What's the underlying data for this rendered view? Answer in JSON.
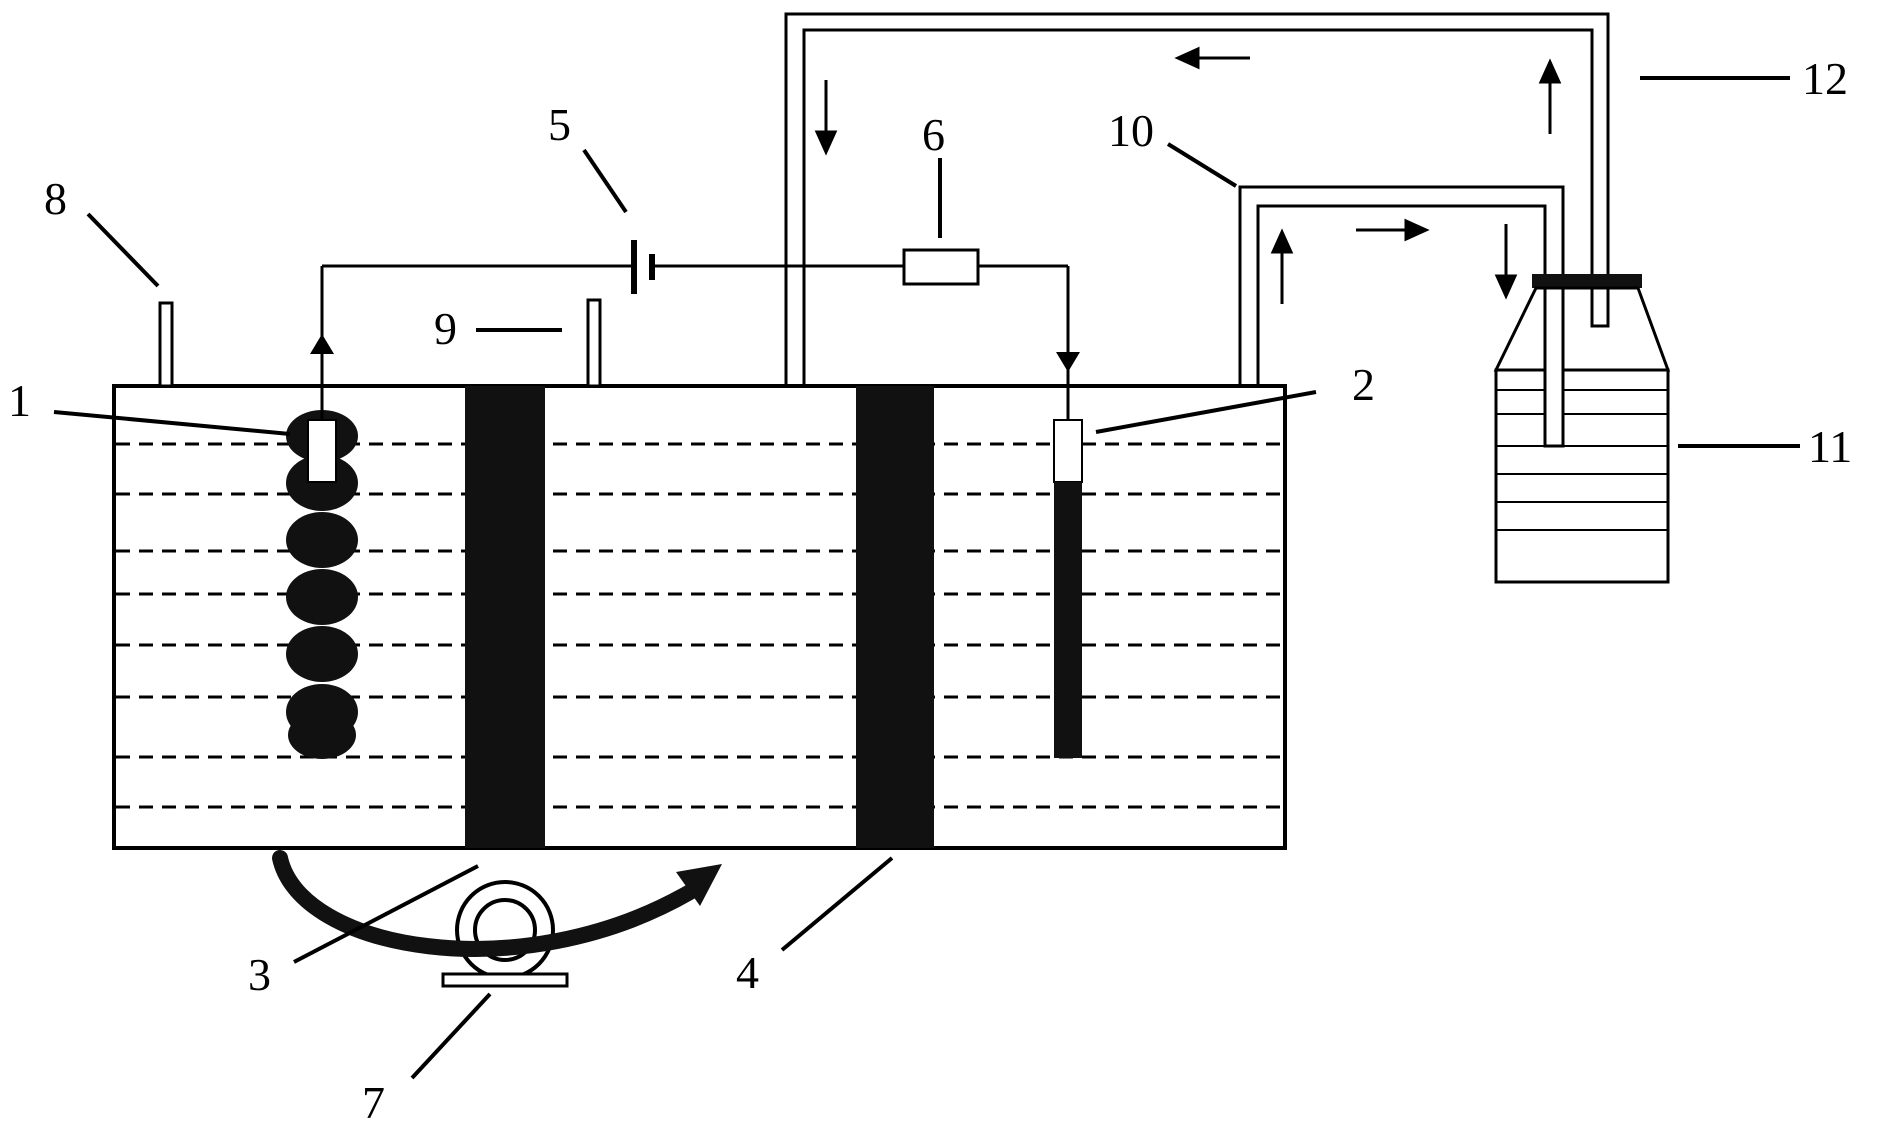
{
  "labels": {
    "l1": "1",
    "l2": "2",
    "l3": "3",
    "l4": "4",
    "l5": "5",
    "l6": "6",
    "l7": "7",
    "l8": "8",
    "l9": "9",
    "l10": "10",
    "l11": "11",
    "l12": "12"
  },
  "colors": {
    "line": "#000000",
    "background": "#ffffff",
    "fill_dark": "#111111"
  }
}
